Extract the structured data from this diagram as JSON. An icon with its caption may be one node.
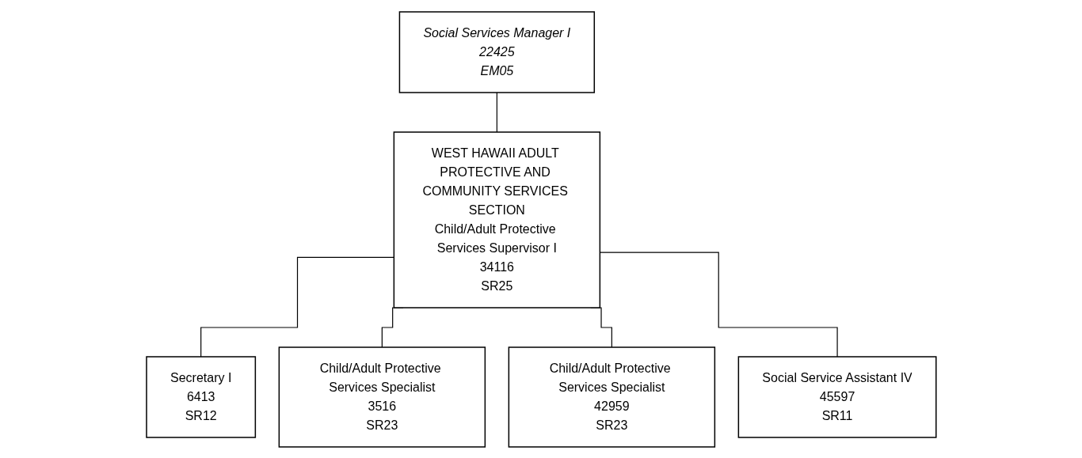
{
  "diagram": {
    "nodes": [
      {
        "text": [
          "Social Services Manager I",
          "22425",
          "EM05"
        ]
      },
      {
        "text": [
          "WEST HAWAII ADULT PROTECTIVE AND COMMUNITY SERVICES SECTION",
          "Child/Adult Protective Services Supervisor I",
          "34116",
          "SR25"
        ]
      },
      {
        "text": [
          "Secretary I",
          "6413",
          "SR12"
        ]
      },
      {
        "text": [
          "Child/Adult Protective Services Specialist",
          "3516",
          "SR23"
        ]
      },
      {
        "text": [
          "Child/Adult Protective Services Specialist",
          "42959",
          "SR23"
        ]
      },
      {
        "text": [
          "Social Service Assistant IV",
          "45597",
          "SR11"
        ]
      }
    ],
    "edges": [
      {
        "from": 0,
        "to": 1,
        "arrow": "none"
      },
      {
        "from": 1,
        "to": 2,
        "arrow": "none"
      },
      {
        "from": 1,
        "to": 3,
        "arrow": "none"
      },
      {
        "from": 1,
        "to": 4,
        "arrow": "none"
      },
      {
        "from": 1,
        "to": 5,
        "arrow": "none"
      }
    ]
  }
}
